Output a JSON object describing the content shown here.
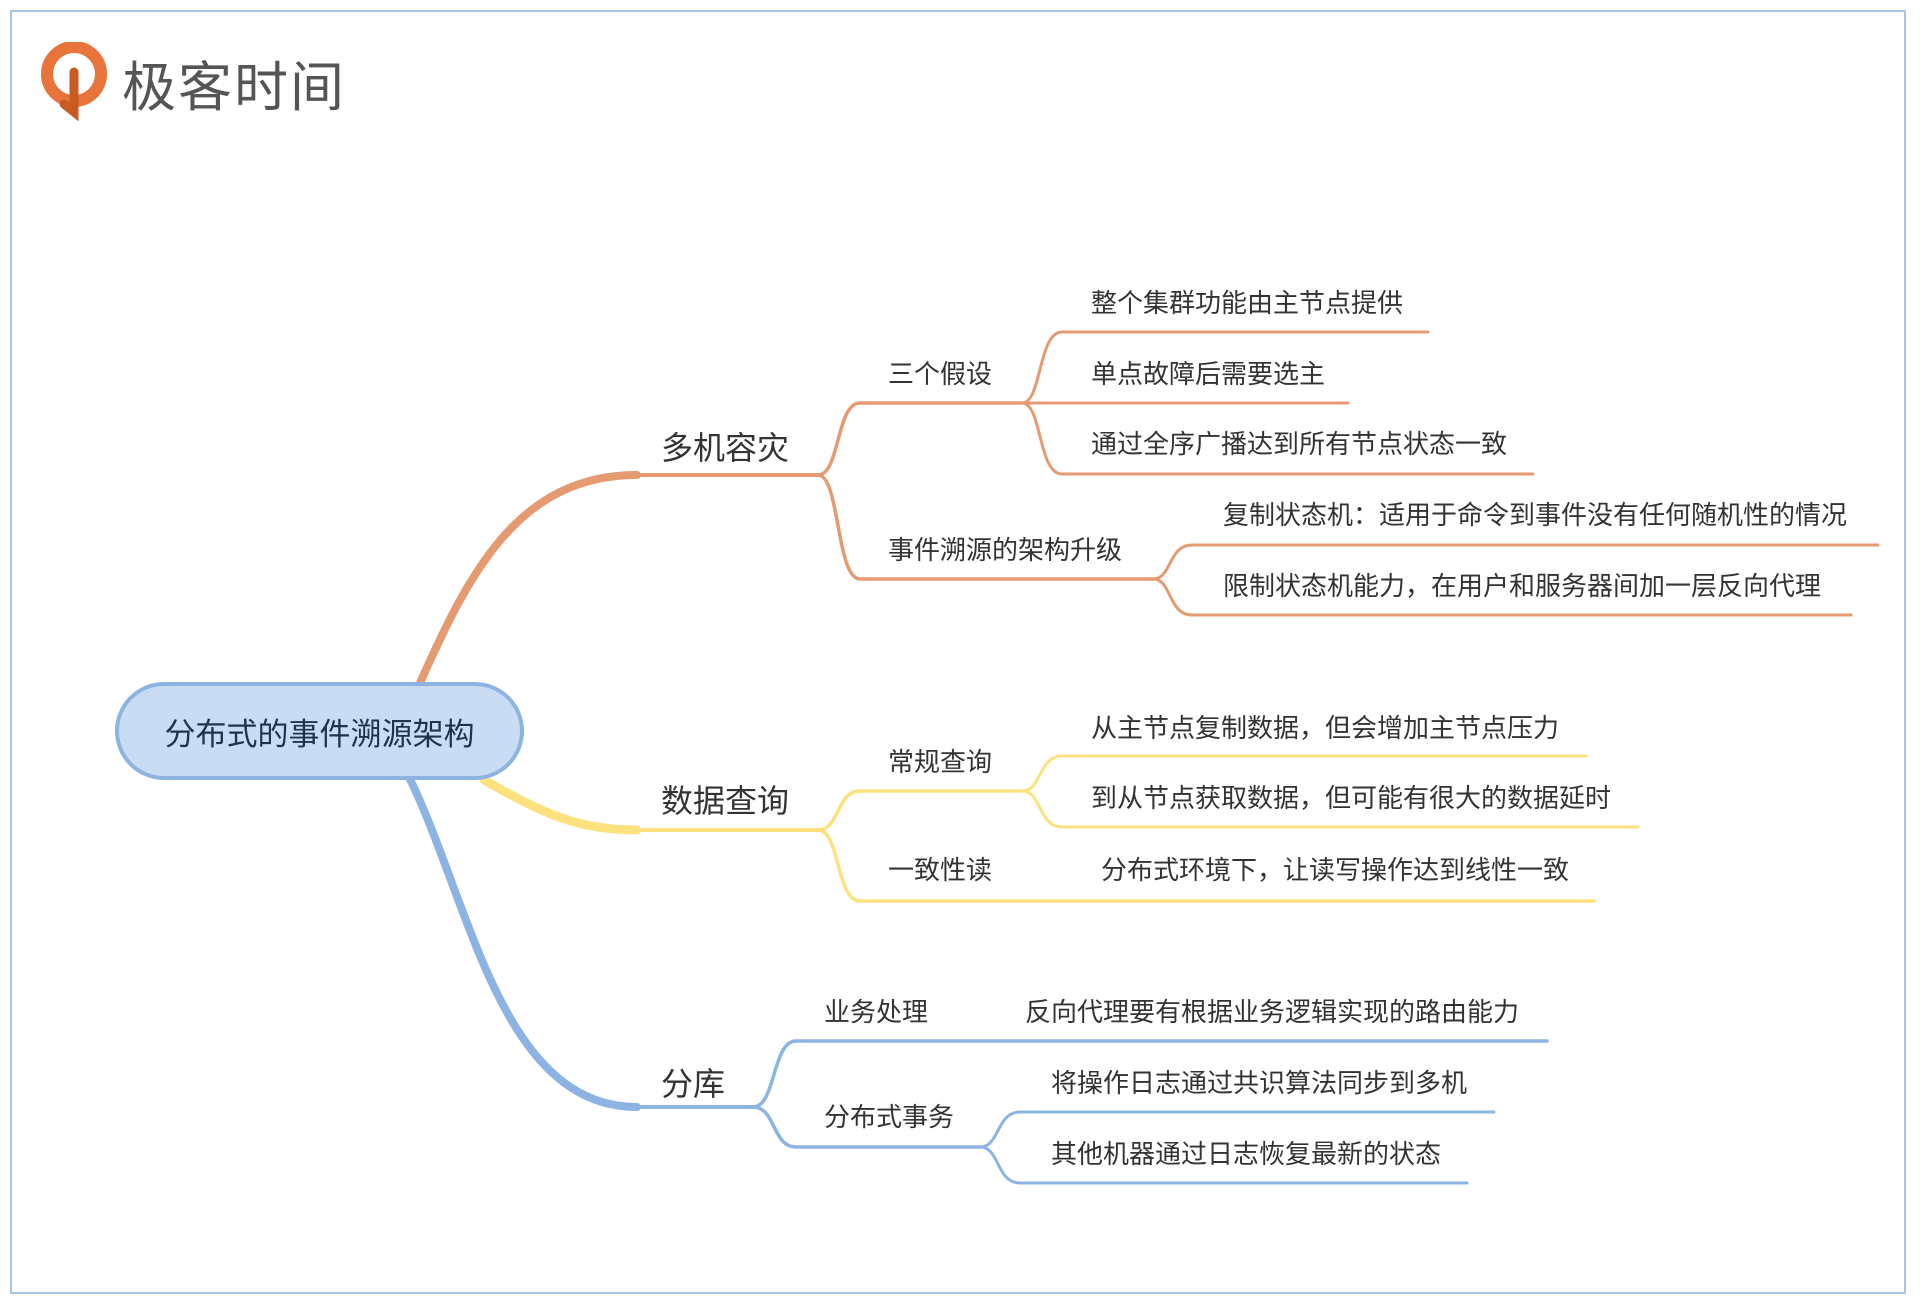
{
  "brand": {
    "name": "极客时间",
    "color": "#E8743B"
  },
  "colors": {
    "branch1": "#E59A72",
    "branch2": "#FCE17E",
    "branch3": "#8DB3E2",
    "root_fill": "#C9DCF3"
  },
  "root": "分布式的事件溯源架构",
  "branches": [
    {
      "label": "多机容灾",
      "children": [
        {
          "label": "三个假设",
          "children": [
            "整个集群功能由主节点提供",
            "单点故障后需要选主",
            "通过全序广播达到所有节点状态一致"
          ]
        },
        {
          "label": "事件溯源的架构升级",
          "children": [
            "复制状态机：适用于命令到事件没有任何随机性的情况",
            "限制状态机能力，在用户和服务器间加一层反向代理"
          ]
        }
      ]
    },
    {
      "label": "数据查询",
      "children": [
        {
          "label": "常规查询",
          "children": [
            "从主节点复制数据，但会增加主节点压力",
            "到从节点获取数据，但可能有很大的数据延时"
          ]
        },
        {
          "label": "一致性读",
          "children": [
            "分布式环境下，让读写操作达到线性一致"
          ]
        }
      ]
    },
    {
      "label": "分库",
      "children": [
        {
          "label": "业务处理",
          "children": [
            "反向代理要有根据业务逻辑实现的路由能力"
          ]
        },
        {
          "label": "分布式事务",
          "children": [
            "将操作日志通过共识算法同步到多机",
            "其他机器通过日志恢复最新的状态"
          ]
        }
      ]
    }
  ]
}
